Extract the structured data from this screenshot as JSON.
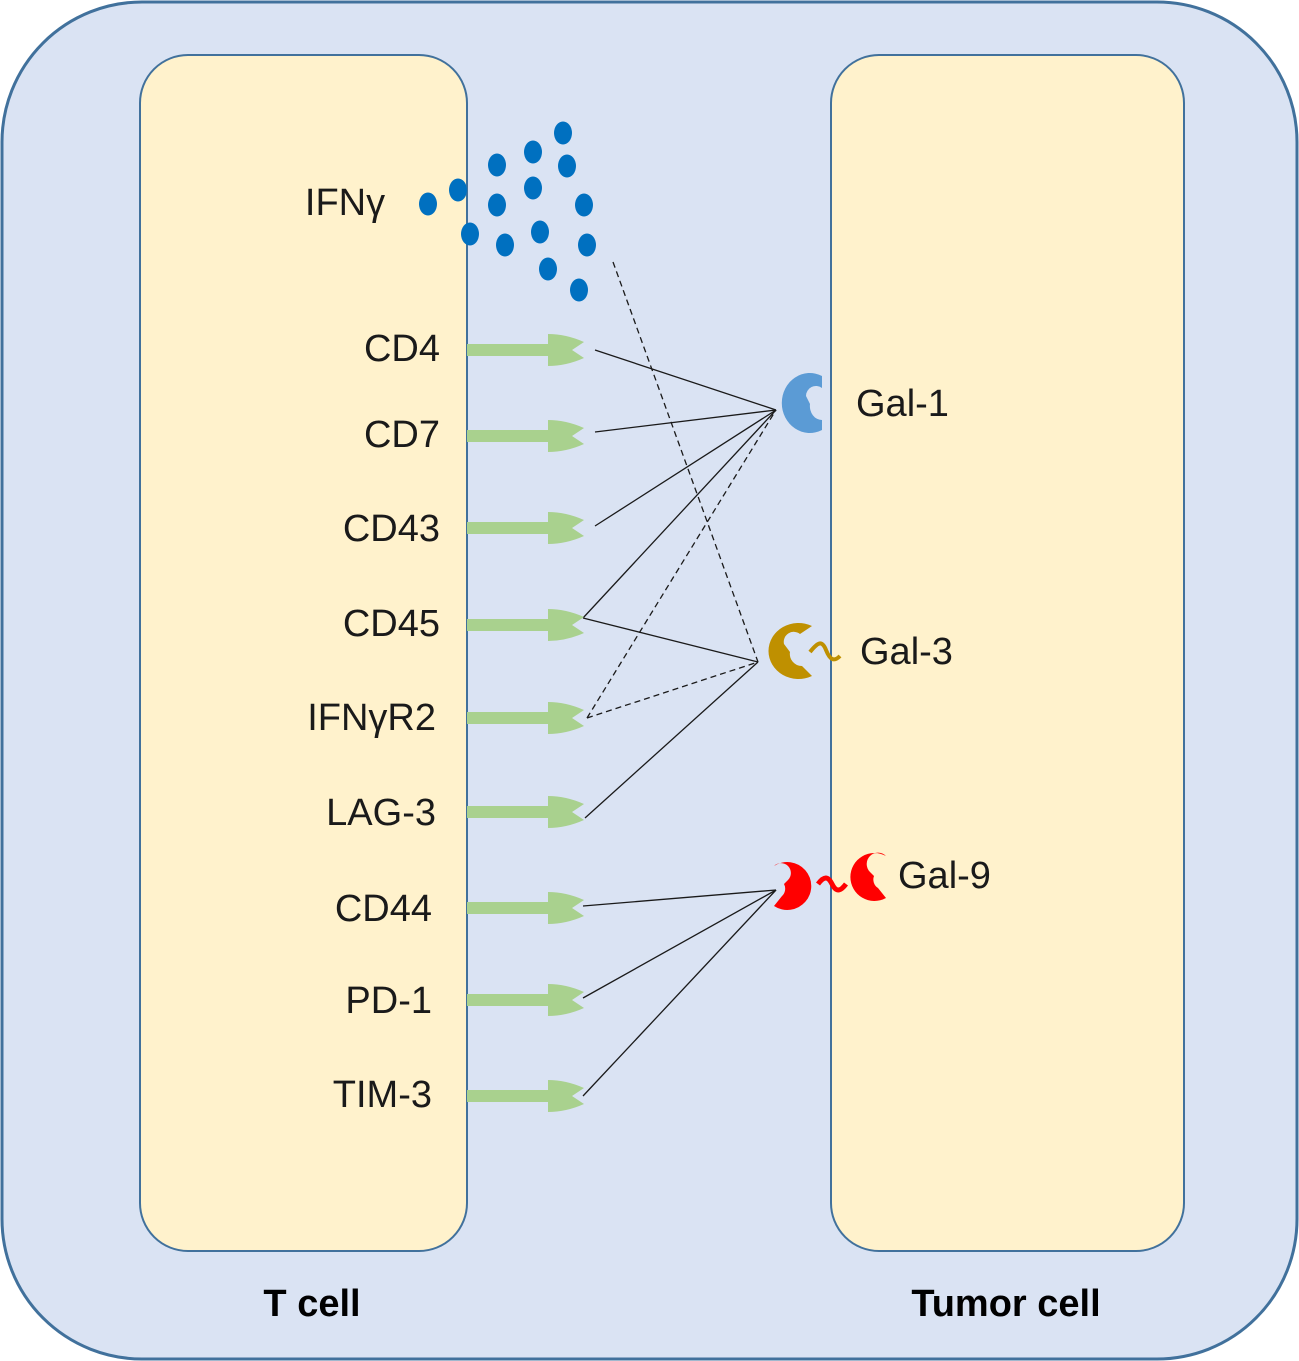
{
  "cells": {
    "t_cell": {
      "title": "T cell",
      "fill": "#FFF2CC",
      "stroke": "#41719C"
    },
    "tumor_cell": {
      "title": "Tumor cell",
      "fill": "#FFF2CC",
      "stroke": "#41719C"
    }
  },
  "background": {
    "fill": "#DAE3F3",
    "stroke": "#41719C"
  },
  "cytokine": {
    "label": "IFNγ",
    "color": "#0070C0"
  },
  "receptors": [
    {
      "id": "cd4",
      "label": "CD4"
    },
    {
      "id": "cd7",
      "label": "CD7"
    },
    {
      "id": "cd43",
      "label": "CD43"
    },
    {
      "id": "cd45",
      "label": "CD45"
    },
    {
      "id": "ifngr2",
      "label": "IFNγR2"
    },
    {
      "id": "lag3",
      "label": "LAG-3"
    },
    {
      "id": "cd44",
      "label": "CD44"
    },
    {
      "id": "pd1",
      "label": "PD-1"
    },
    {
      "id": "tim3",
      "label": "TIM-3"
    }
  ],
  "receptor_color": "#A9D18E",
  "galectins": [
    {
      "id": "gal1",
      "label": "Gal-1",
      "color": "#5B9BD5"
    },
    {
      "id": "gal3",
      "label": "Gal-3",
      "color": "#BF9000"
    },
    {
      "id": "gal9",
      "label": "Gal-9",
      "color": "#FF0000"
    }
  ],
  "interactions": [
    {
      "from": "cd4",
      "to": "gal1",
      "style": "solid"
    },
    {
      "from": "cd7",
      "to": "gal1",
      "style": "solid"
    },
    {
      "from": "cd43",
      "to": "gal1",
      "style": "solid"
    },
    {
      "from": "cd45",
      "to": "gal1",
      "style": "solid"
    },
    {
      "from": "cd45",
      "to": "gal3",
      "style": "solid"
    },
    {
      "from": "lag3",
      "to": "gal3",
      "style": "solid"
    },
    {
      "from": "ifngr2",
      "to": "gal1",
      "style": "dashed"
    },
    {
      "from": "ifngr2",
      "to": "gal3",
      "style": "dashed"
    },
    {
      "from": "ifng",
      "to": "gal3",
      "style": "dashed"
    },
    {
      "from": "cd44",
      "to": "gal9",
      "style": "solid"
    },
    {
      "from": "pd1",
      "to": "gal9",
      "style": "solid"
    },
    {
      "from": "tim3",
      "to": "gal9",
      "style": "solid"
    }
  ]
}
